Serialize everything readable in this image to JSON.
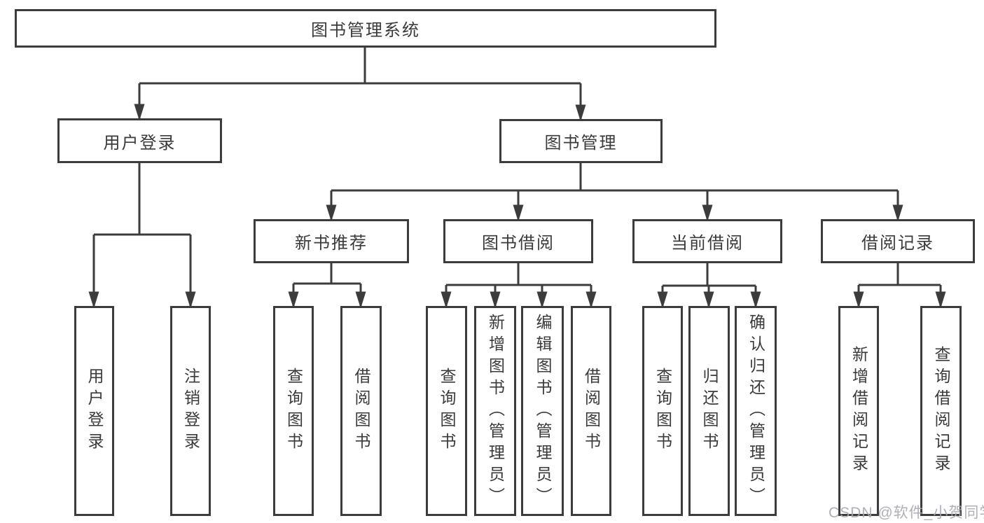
{
  "diagram": {
    "root": {
      "label": "图书管理系统"
    },
    "children": [
      {
        "label": "用户登录",
        "children": [
          {
            "label": "用户登录"
          },
          {
            "label": "注销登录"
          }
        ]
      },
      {
        "label": "图书管理",
        "children": [
          {
            "label": "新书推荐",
            "children": [
              {
                "label": "查询图书"
              },
              {
                "label": "借阅图书"
              }
            ]
          },
          {
            "label": "图书借阅",
            "children": [
              {
                "label": "查询图书"
              },
              {
                "label": "新增图书（管理员）"
              },
              {
                "label": "编辑图书（管理员）"
              },
              {
                "label": "借阅图书"
              }
            ]
          },
          {
            "label": "当前借阅",
            "children": [
              {
                "label": "查询图书"
              },
              {
                "label": "归还图书"
              },
              {
                "label": "确认归还（管理员）"
              }
            ]
          },
          {
            "label": "借阅记录",
            "children": [
              {
                "label": "新增借阅记录"
              },
              {
                "label": "查询借阅记录"
              }
            ]
          }
        ]
      }
    ]
  },
  "watermark": {
    "text": "CSDN @软件_小贺同学"
  },
  "colors": {
    "line": "#3c3c3c",
    "box_background": "#ffffff",
    "text": "#3a3a3a",
    "watermark": "#a9a9b3"
  }
}
